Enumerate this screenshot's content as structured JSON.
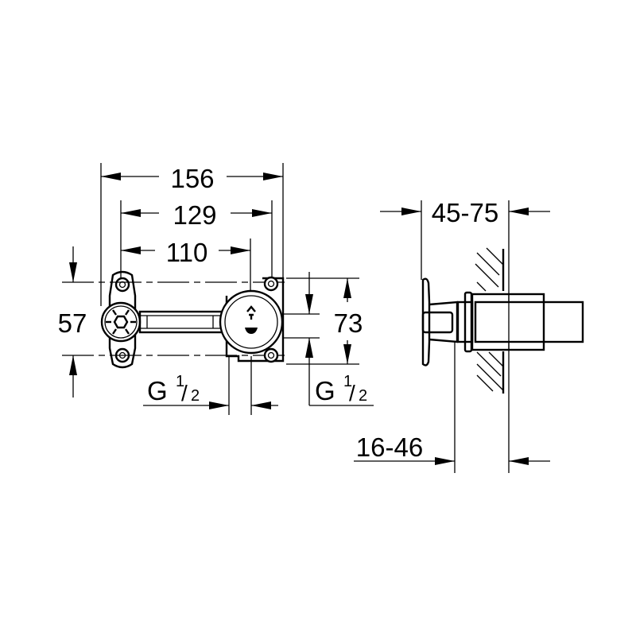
{
  "drawing": {
    "front_view": {
      "dim_overall_width": "156",
      "dim_bracket_width": "129",
      "dim_hole_spacing": "110",
      "dim_height_left": "57",
      "dim_height_right": "73",
      "thread_left": {
        "letter": "G",
        "numerator": "1",
        "denominator": "2"
      },
      "thread_right": {
        "letter": "G",
        "numerator": "1",
        "denominator": "2"
      }
    },
    "side_view": {
      "dim_installation_depth": "45-75",
      "dim_wall_range": "16-46"
    },
    "line_color": "#000000",
    "background_color": "#ffffff"
  }
}
